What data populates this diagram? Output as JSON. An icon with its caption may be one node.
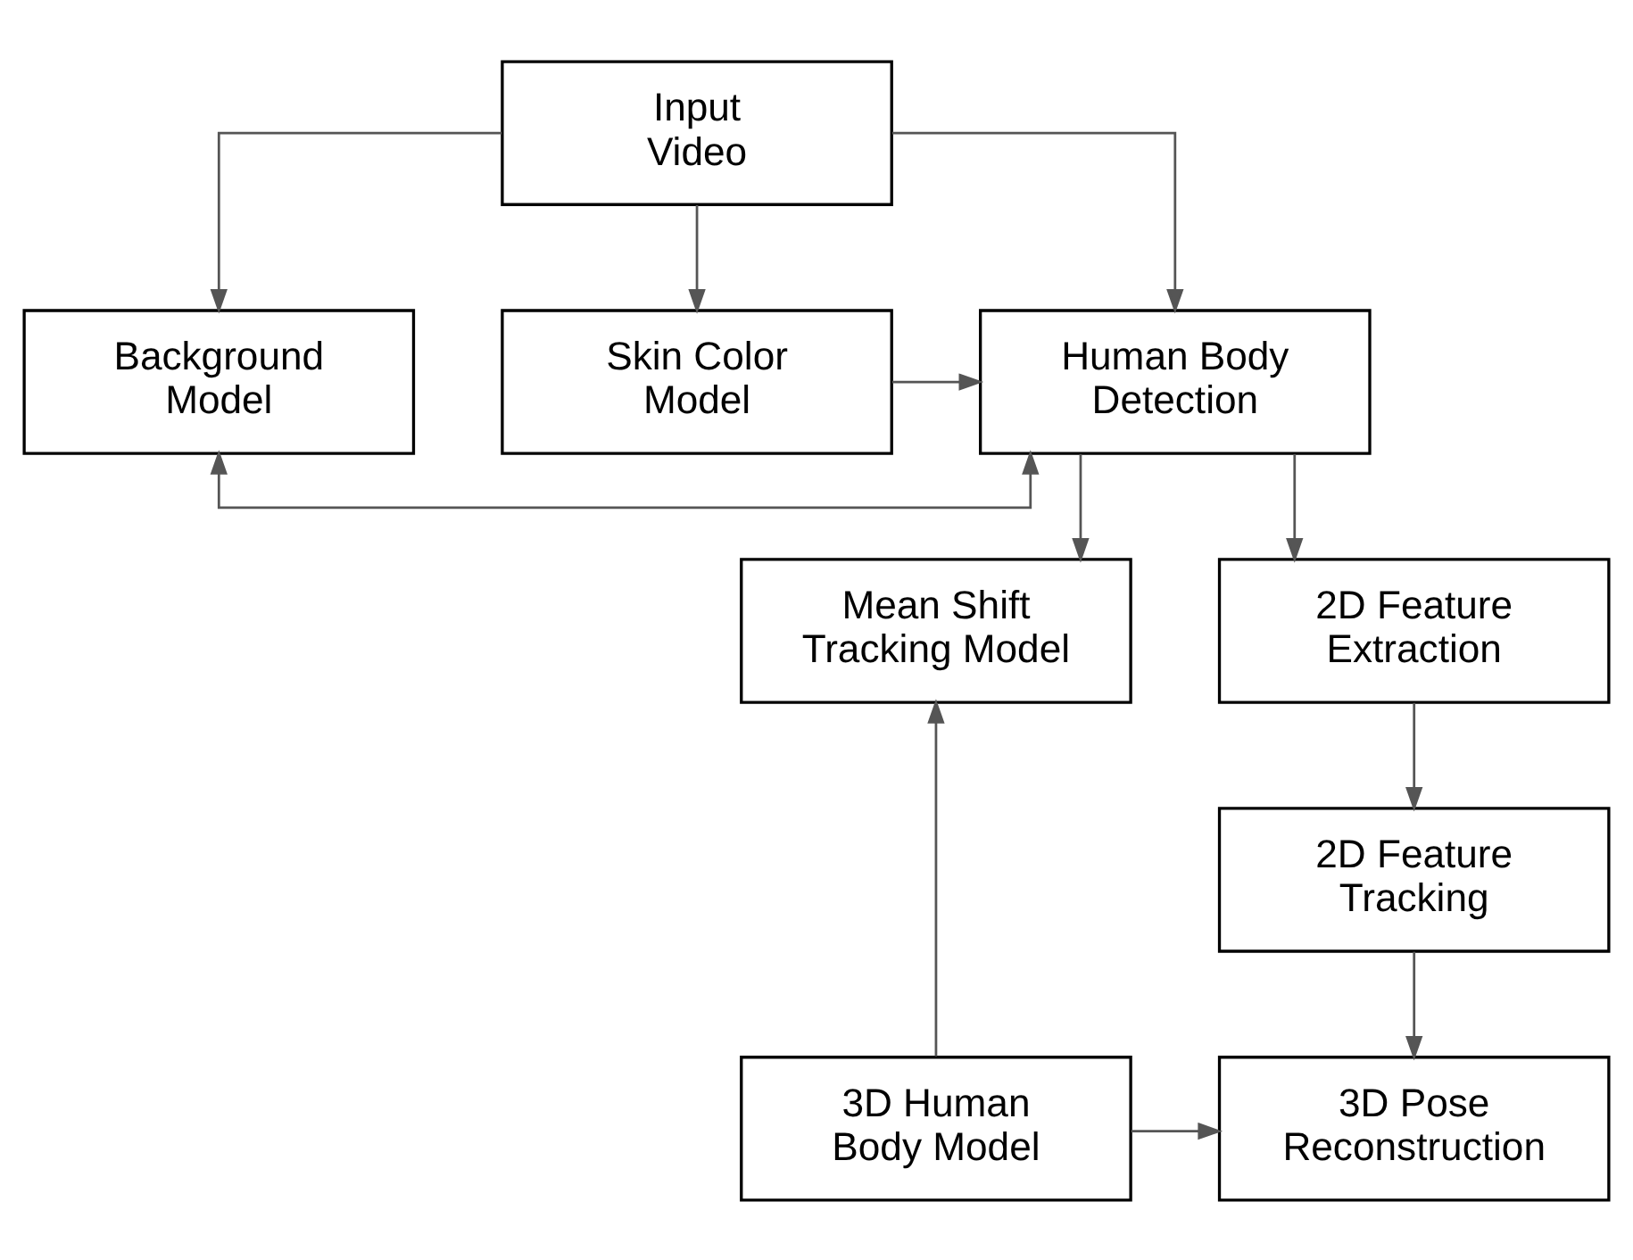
{
  "diagram": {
    "nodes": [
      {
        "text": [
          "Input Video"
        ]
      },
      {
        "text": [
          "Background Model"
        ]
      },
      {
        "text": [
          "Human Body Detection"
        ]
      },
      {
        "text": [
          "Skin Color Model"
        ]
      },
      {
        "text": [
          "Mean Shift Tracking Model"
        ]
      },
      {
        "text": [
          "2D Feature Extraction"
        ]
      },
      {
        "text": [
          "2D Feature Tracking"
        ]
      },
      {
        "text": [
          "3D Human Body Model"
        ]
      },
      {
        "text": [
          "3D Pose Reconstruction"
        ]
      }
    ],
    "edges": [
      {
        "from": 0,
        "to": 1,
        "arrow": "to"
      },
      {
        "from": 0,
        "to": 2,
        "arrow": "to"
      },
      {
        "from": 0,
        "to": 3,
        "arrow": "to"
      },
      {
        "from": 1,
        "to": 2,
        "arrow": "both"
      },
      {
        "from": 3,
        "to": 2,
        "arrow": "to"
      },
      {
        "from": 2,
        "to": 4,
        "arrow": "to"
      },
      {
        "from": 2,
        "to": 5,
        "arrow": "to"
      },
      {
        "from": 5,
        "to": 6,
        "arrow": "to"
      },
      {
        "from": 6,
        "to": 8,
        "arrow": "to"
      },
      {
        "from": 7,
        "to": 4,
        "arrow": "to"
      },
      {
        "from": 7,
        "to": 8,
        "arrow": "to"
      }
    ]
  }
}
